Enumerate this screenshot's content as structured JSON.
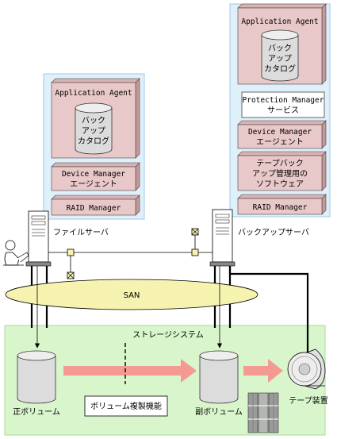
{
  "backup_server_box": {
    "application_agent": "Application Agent",
    "catalog_lines": [
      "バック",
      "アップ",
      "カタログ"
    ],
    "protection_manager_lines": [
      "Protection Manager",
      "サービス"
    ],
    "device_manager_lines": [
      "Device Manager",
      "エージェント"
    ],
    "tape_software_lines": [
      "テープバック",
      "アップ管理用の",
      "ソフトウェア"
    ],
    "raid_manager": "RAID Manager"
  },
  "file_server_box": {
    "application_agent": "Application Agent",
    "catalog_lines": [
      "バック",
      "アップ",
      "カタログ"
    ],
    "device_manager_lines": [
      "Device Manager",
      "エージェント"
    ],
    "raid_manager": "RAID Manager"
  },
  "labels": {
    "file_server": "ファイルサーバ",
    "backup_server": "バックアップサーバ",
    "san": "SAN",
    "storage_system": "ストレージシステム",
    "primary_volume": "正ボリューム",
    "secondary_volume": "副ボリューム",
    "volume_replication": "ボリューム複製機能",
    "tape_device": "テープ装置"
  },
  "colors": {
    "server_box_fill": "#dff0fb",
    "server_box_stroke": "#9cc8e6",
    "component_fill": "#e8c8c8",
    "component_side": "#c49a9a",
    "storage_fill": "#d8f5cc",
    "storage_stroke": "#a6dd95",
    "san_fill": "#f6f3b0",
    "arrow_fill": "#f59a93"
  }
}
